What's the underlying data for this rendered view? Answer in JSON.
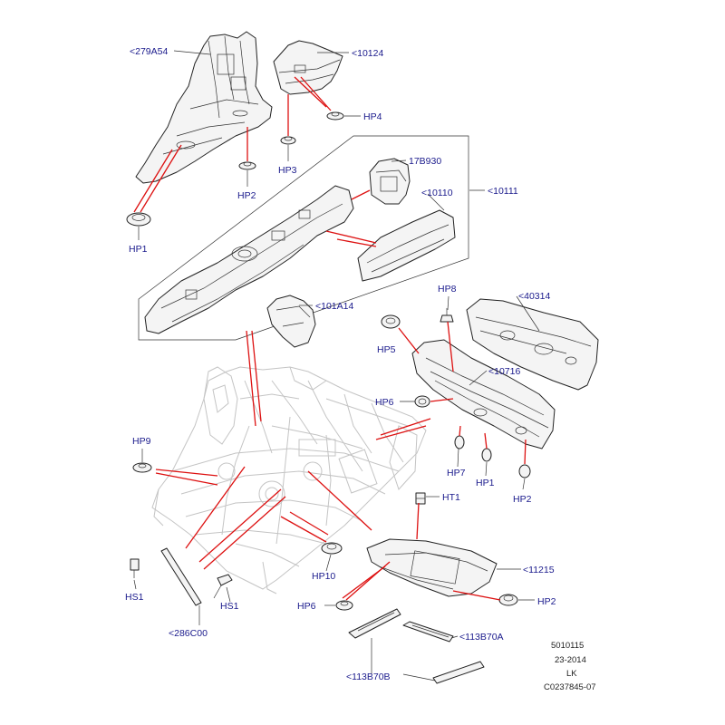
{
  "part_labels": {
    "l_279A54": "<279A54",
    "l_10124": "<10124",
    "l_hp4": "HP4",
    "l_hp3": "HP3",
    "l_hp2_top": "HP2",
    "l_hp1_top": "HP1",
    "l_17B930": "17B930",
    "l_10110": "<10110",
    "l_10111": "<10111",
    "l_101A14": "<101A14",
    "l_hp8": "HP8",
    "l_40314": "<40314",
    "l_hp5": "HP5",
    "l_10716": "<10716",
    "l_hp6_mid": "HP6",
    "l_hp9": "HP9",
    "l_hp7": "HP7",
    "l_hp1_right": "HP1",
    "l_hp2_right": "HP2",
    "l_ht1": "HT1",
    "l_11215": "<11215",
    "l_hp10": "HP10",
    "l_hs1_left": "HS1",
    "l_hs1_right": "HS1",
    "l_hp6_bottom": "HP6",
    "l_hp2_bottom": "HP2",
    "l_286C00": "<286C00",
    "l_113B70A": "<113B70A",
    "l_113B70B": "<113B70B"
  },
  "doc_info": {
    "ref_number": "5010115",
    "date": "23-2014",
    "initials": "LK",
    "image_code": "C0237845-07"
  },
  "colors": {
    "label": "#1a1a8c",
    "leader_highlight": "#d11111",
    "outline": "#222222",
    "ghost_assembly": "#c4c4c4"
  }
}
